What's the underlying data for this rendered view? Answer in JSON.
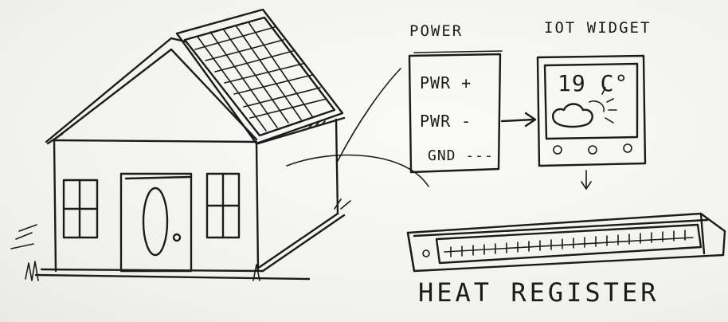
{
  "labels": {
    "power": "POWER",
    "iot_widget": "IOT WIDGET",
    "pwr_plus": "PWR +",
    "pwr_minus": "PWR -",
    "gnd": "GND ---",
    "temperature": "19 C°",
    "heat_register": "HEAT  REGISTER"
  },
  "colors": {
    "ink": "#1b1b1b",
    "paper": "#f4f4f2"
  },
  "icons": [
    "house",
    "solar-panel",
    "cloud-sun-icon",
    "arrow-right",
    "arrow-down"
  ]
}
